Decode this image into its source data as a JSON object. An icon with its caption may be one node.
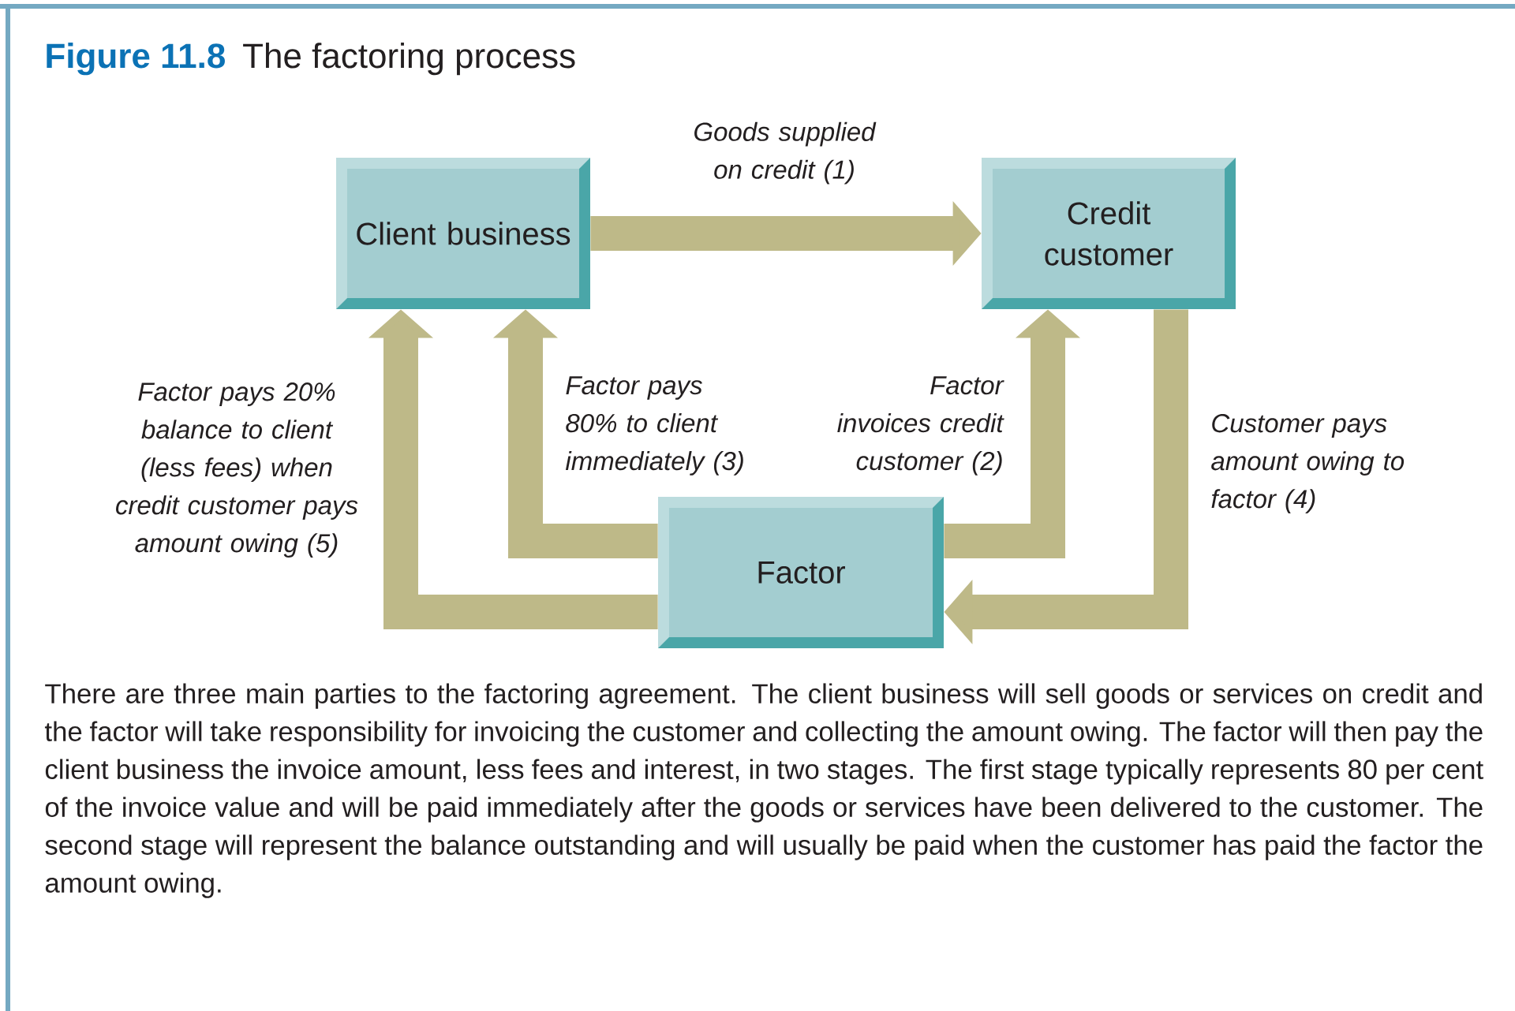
{
  "diagram": {
    "title": "The factoring process",
    "caption": "There are three main parties to the factoring agreement. The client business will sell goods or services on credit and the factor will take responsibility for invoicing the customer and collecting the amount owing. The factor will then pay the client business the invoice amount, less fees and interest, in two stages. The first stage typically represents 80 per cent of the invoice value and will be paid immediately after the goods or services have been delivered to the customer. The second stage will represent the balance outstanding and will usually be paid when the customer has paid the factor the amount owing.",
    "nodes": [
      {
        "text": [
          "Client business"
        ]
      },
      {
        "text": [
          "Credit customer"
        ]
      },
      {
        "text": [
          "Factor"
        ]
      }
    ],
    "edges": [
      {
        "from": 0,
        "to": 1,
        "arrow": "to",
        "label": "Goods supplied on credit (1)"
      },
      {
        "from": 2,
        "to": 1,
        "arrow": "to",
        "label": "Factor invoices credit customer (2)"
      },
      {
        "from": 2,
        "to": 0,
        "arrow": "to",
        "label": "Factor pays 80% to client immediately (3)"
      },
      {
        "from": 1,
        "to": 2,
        "arrow": "to",
        "label": "Customer pays amount owing to factor (4)"
      },
      {
        "from": 2,
        "to": 0,
        "arrow": "to",
        "label": "Factor pays 20% balance to client (less fees) when credit customer pays amount owing (5)"
      }
    ],
    "labels": [
      "Figure 11.8"
    ]
  }
}
